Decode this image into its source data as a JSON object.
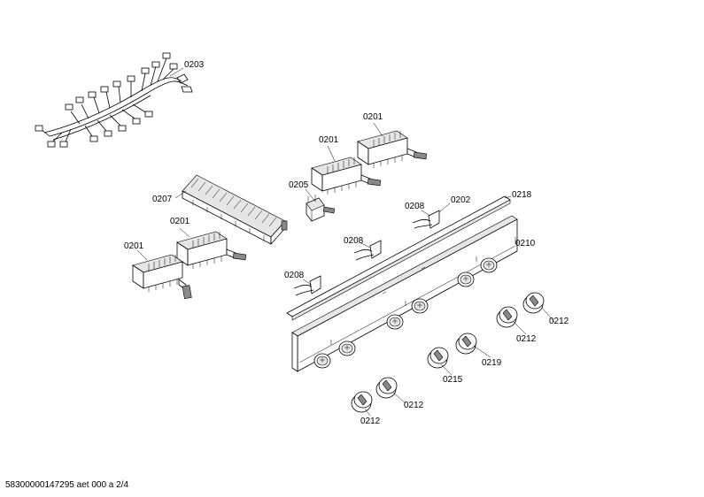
{
  "labels": {
    "p0203": "0203",
    "p0201_a": "0201",
    "p0201_b": "0201",
    "p0201_c": "0201",
    "p0201_d": "0201",
    "p0205": "0205",
    "p0207": "0207",
    "p0208_a": "0208",
    "p0208_b": "0208",
    "p0208_c": "0208",
    "p0202": "0202",
    "p0218": "0218",
    "p0210": "0210",
    "p0212_a": "0212",
    "p0212_b": "0212",
    "p0212_c": "0212",
    "p0212_d": "0212",
    "p0219": "0219",
    "p0215": "0215"
  },
  "footer": {
    "document_id": "58300000147295 aet 000 a 2/4"
  }
}
